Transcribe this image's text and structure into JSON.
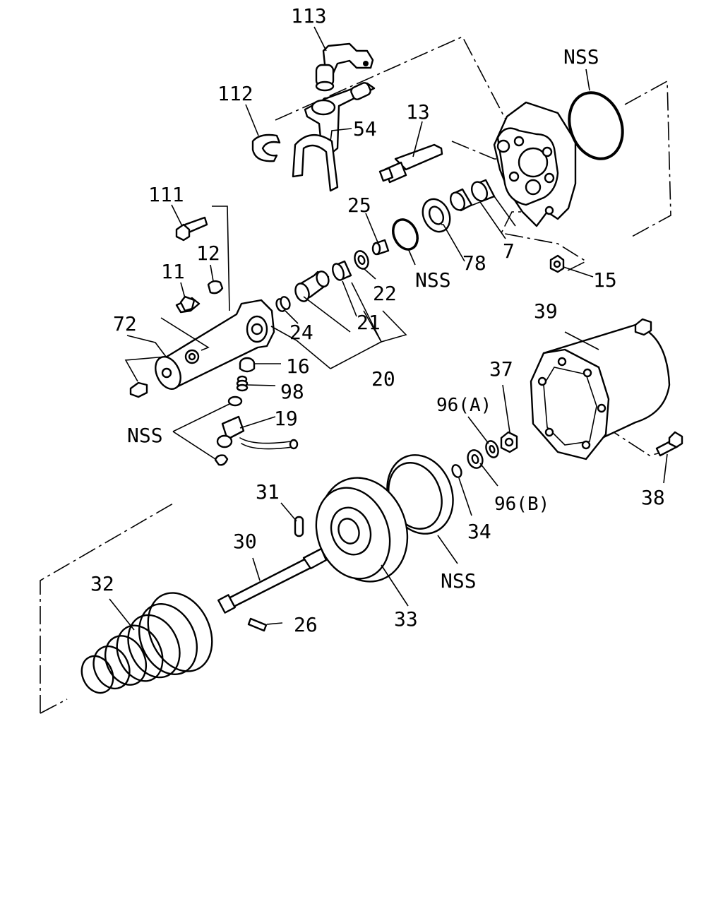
{
  "diagram": {
    "colors": {
      "ink": "#000000",
      "paper": "#ffffff"
    },
    "labels": {
      "p113": "113",
      "p112": "112",
      "p54": "54",
      "p13": "13",
      "nss_top": "NSS",
      "p111": "111",
      "p12": "12",
      "p11": "11",
      "p25": "25",
      "p72": "72",
      "p78": "78",
      "p7": "7",
      "nss_mid": "NSS",
      "p15": "15",
      "p22": "22",
      "p24": "24",
      "p21": "21",
      "p16": "16",
      "p20": "20",
      "p98": "98",
      "p39": "39",
      "p19": "19",
      "nss_left": "NSS",
      "p37": "37",
      "p96a": "96(A)",
      "p96b": "96(B)",
      "p38": "38",
      "p31": "31",
      "p34": "34",
      "p30": "30",
      "nss_bottom": "NSS",
      "p32": "32",
      "p33": "33",
      "p26": "26"
    }
  }
}
